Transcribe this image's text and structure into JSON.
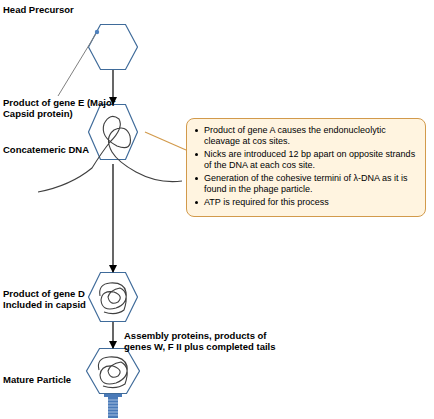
{
  "diagram": {
    "nodes": [
      {
        "text": [
          "Head Precursor"
        ]
      },
      {
        "text": [
          "Concatemeric DNA"
        ]
      },
      {
        "text": [
          "Product of gene A causes the endonucleolytic cleavage at cos sites.",
          "Nicks are introduced 12 bp apart on opposite strands of the DNA at each cos site.",
          "Generation of the cohesive termini of λ-DNA as it is found in the phage particle.",
          "ATP is required for this process"
        ]
      },
      {
        "text": [
          "Product of gene D Included in capsid"
        ]
      },
      {
        "text": [
          "Mature Particle"
        ]
      }
    ],
    "edges": [
      {
        "from": 0,
        "to": 1,
        "arrow": "to"
      },
      {
        "from": 1,
        "to": 3,
        "arrow": "to"
      },
      {
        "from": 3,
        "to": 4,
        "arrow": "to",
        "label": "Assembly proteins, products of genes W, F II plus completed tails"
      },
      {
        "from": 2,
        "to": 1,
        "arrow": "none"
      }
    ],
    "labels": [
      "Product of gene E (Major Capsid protein)"
    ]
  }
}
